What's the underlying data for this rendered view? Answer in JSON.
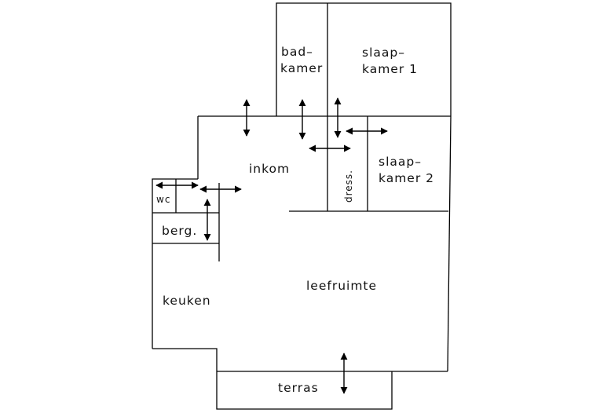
{
  "rooms": {
    "badkamer": {
      "line1": "bad–",
      "line2": "kamer"
    },
    "slaapkamer1": {
      "line1": "slaap–",
      "line2": "kamer 1"
    },
    "slaapkamer2": {
      "line1": "slaap–",
      "line2": "kamer 2"
    },
    "inkom": "inkom",
    "dressing": "dress.",
    "wc": "wc",
    "berging": "berg.",
    "keuken": "keuken",
    "leefruimte": "leefruimte",
    "terras": "terras"
  }
}
